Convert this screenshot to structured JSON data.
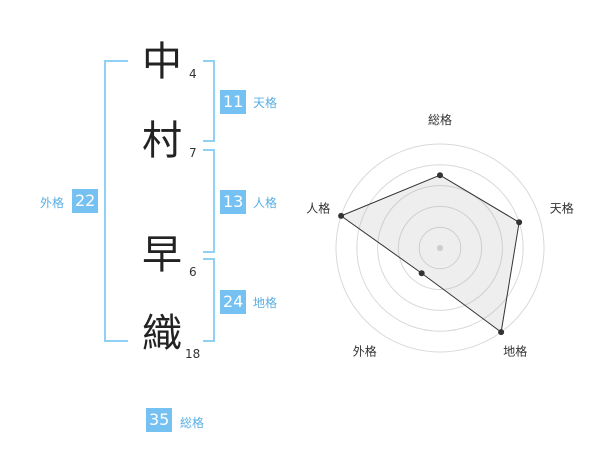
{
  "name": {
    "chars": [
      {
        "char": "中",
        "strokes": "4"
      },
      {
        "char": "村",
        "strokes": "7"
      },
      {
        "char": "早",
        "strokes": "6"
      },
      {
        "char": "織",
        "strokes": "18"
      }
    ]
  },
  "fortune": {
    "tenkaku": {
      "value": "11",
      "label": "天格"
    },
    "jinkaku": {
      "value": "13",
      "label": "人格"
    },
    "chikaku": {
      "value": "24",
      "label": "地格"
    },
    "gaikaku": {
      "value": "22",
      "label": "外格"
    },
    "soukaku": {
      "value": "35",
      "label": "総格"
    }
  },
  "colors": {
    "box": "#75c1f1",
    "bracket": "#8fd0f6",
    "label": "#58aee6"
  },
  "chart_data": {
    "type": "radar",
    "axes": [
      "総格",
      "天格",
      "地格",
      "外格",
      "人格"
    ],
    "values": [
      3.5,
      4,
      5,
      1.5,
      5
    ],
    "max": 5,
    "rings": 5,
    "grid": true
  }
}
